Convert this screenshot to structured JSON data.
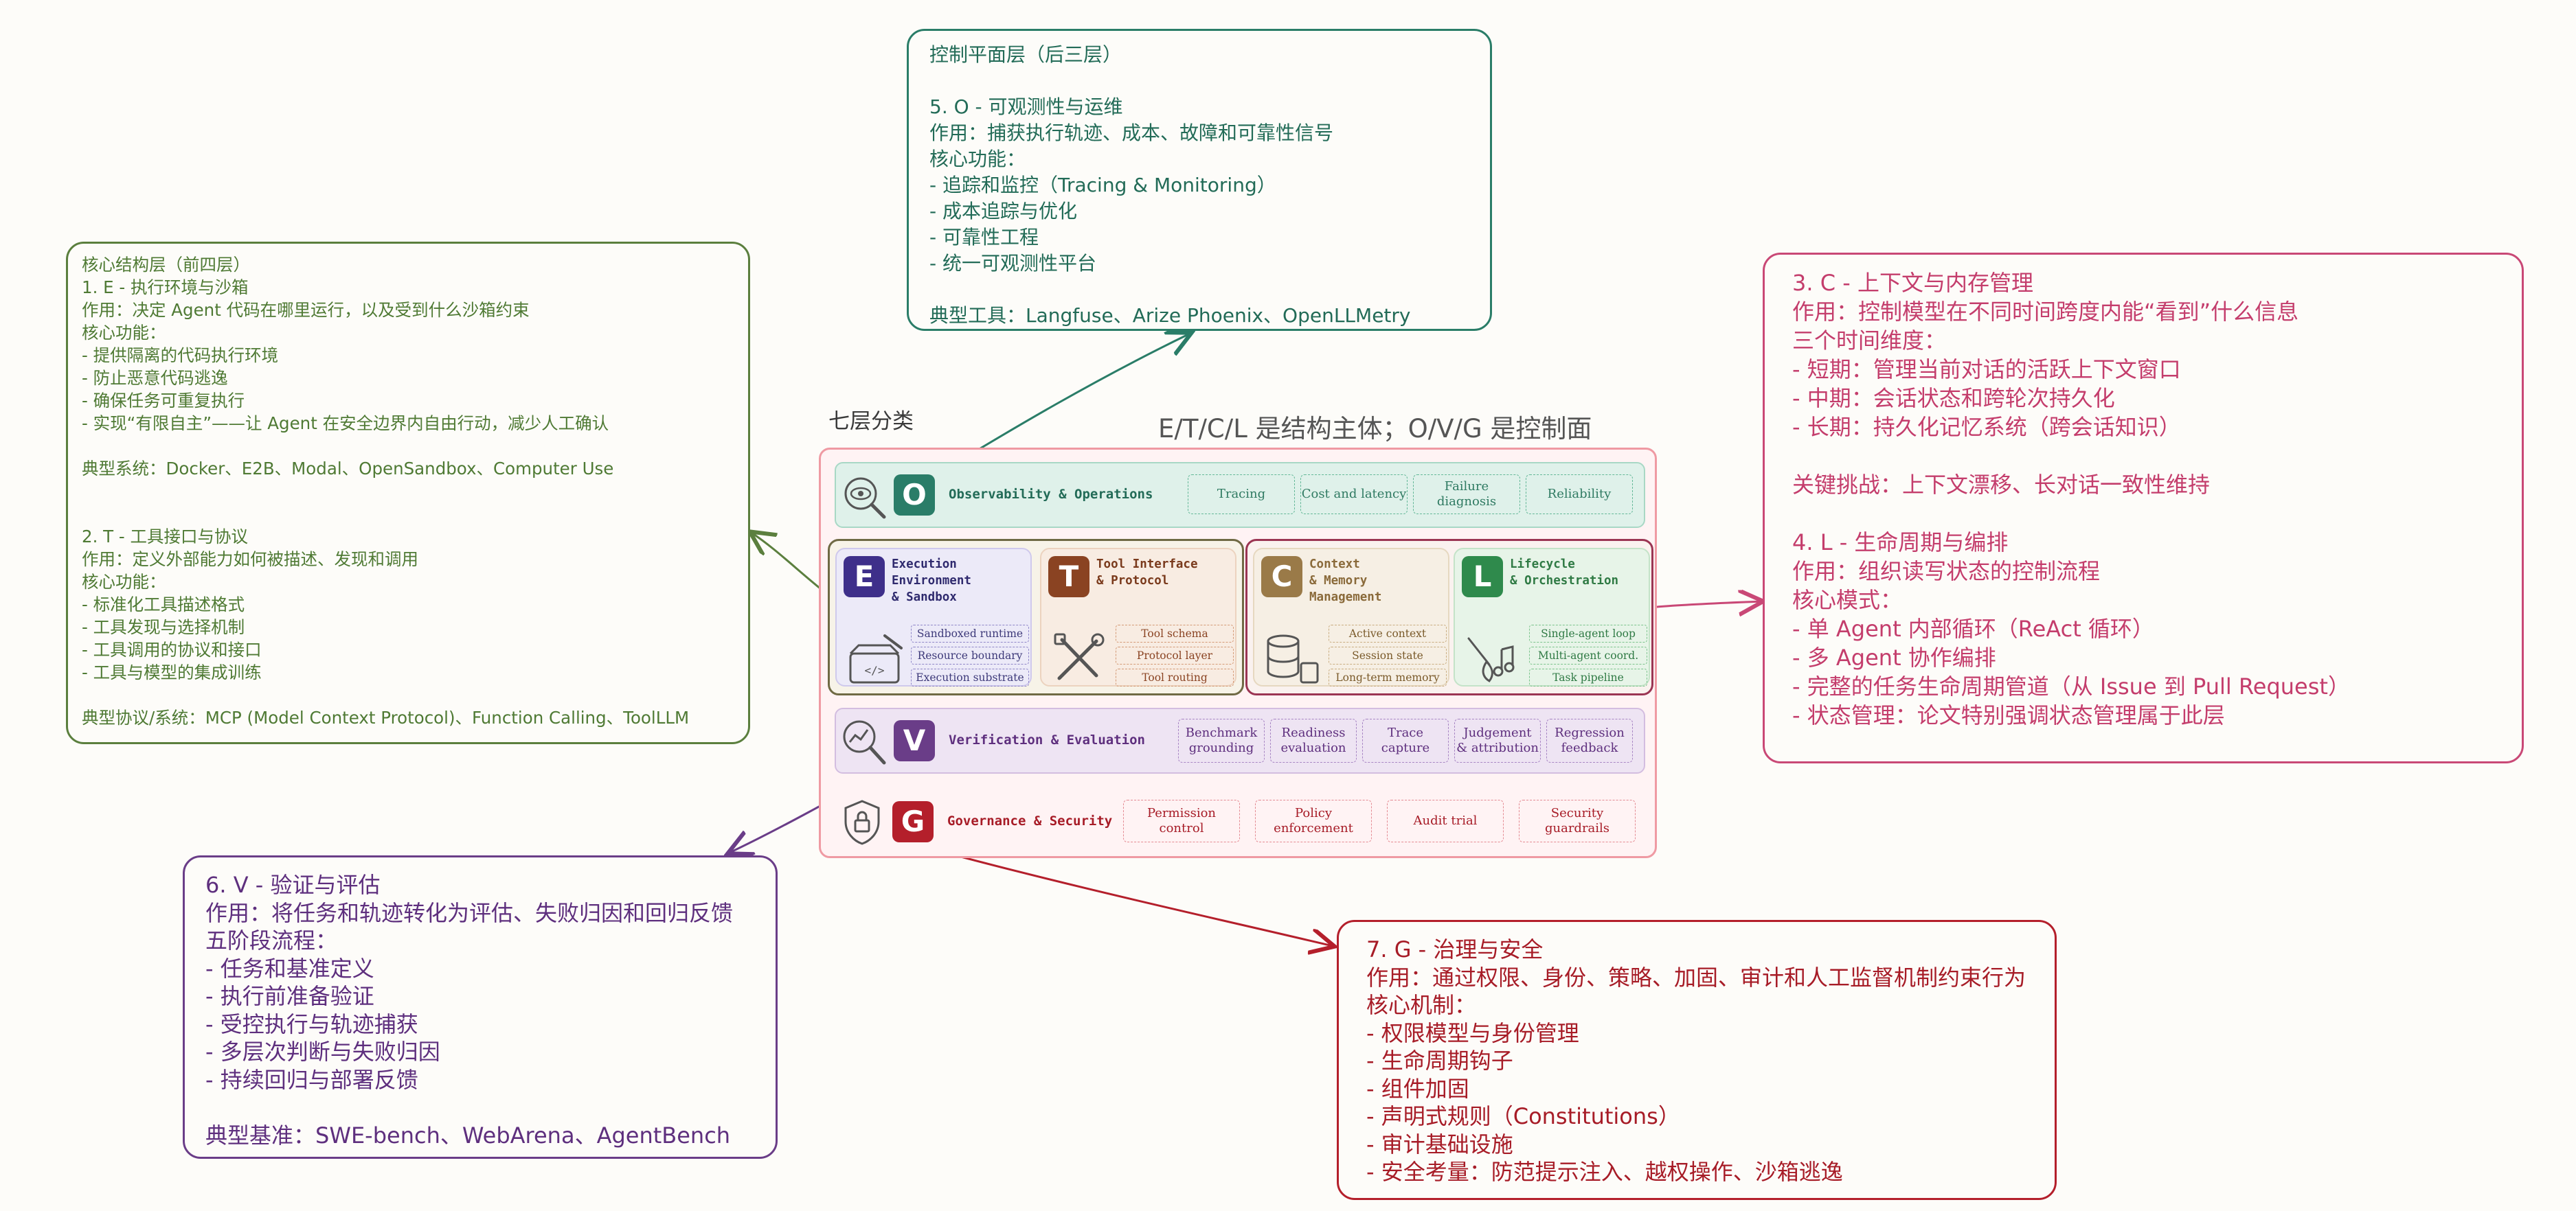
{
  "diagram": {
    "title": "七层分类",
    "subtitle": "E/T/C/L 是结构主体；O/V/G 是控制面",
    "colors": {
      "observability": "#2a7d68",
      "execution": "#3e2f8a",
      "tool": "#8a4322",
      "context": "#9a7a48",
      "lifecycle": "#2f8a4c",
      "verification": "#6a3d88",
      "governance": "#b41f2b"
    },
    "observability": {
      "letter": "O",
      "name": "Observability & Operations",
      "tags": [
        "Tracing",
        "Cost and latency",
        "Failure\ndiagnosis",
        "Reliability"
      ]
    },
    "execution": {
      "letter": "E",
      "name": "Execution\nEnvironment\n& Sandbox",
      "tags": [
        "Sandboxed runtime",
        "Resource boundary",
        "Execution substrate"
      ]
    },
    "tool": {
      "letter": "T",
      "name": "Tool Interface\n& Protocol",
      "tags": [
        "Tool schema",
        "Protocol layer",
        "Tool routing"
      ]
    },
    "context": {
      "letter": "C",
      "name": "Context\n& Memory\nManagement",
      "tags": [
        "Active context",
        "Session state",
        "Long-term memory"
      ]
    },
    "lifecycle": {
      "letter": "L",
      "name": "Lifecycle\n& Orchestration",
      "tags": [
        "Single-agent loop",
        "Multi-agent coord.",
        "Task pipeline"
      ]
    },
    "verification": {
      "letter": "V",
      "name": "Verification & Evaluation",
      "tags": [
        "Benchmark\ngrounding",
        "Readiness\nevaluation",
        "Trace\ncapture",
        "Judgement\n& attribution",
        "Regression\nfeedback"
      ]
    },
    "governance": {
      "letter": "G",
      "name": "Governance & Security",
      "tags": [
        "Permission\ncontrol",
        "Policy\nenforcement",
        "Audit trial",
        "Security\nguardrails"
      ]
    }
  },
  "notes": {
    "core": "核心结构层（前四层）\n1. E - 执行环境与沙箱\n作用：决定 Agent 代码在哪里运行，以及受到什么沙箱约束\n核心功能：\n- 提供隔离的代码执行环境\n- 防止恶意代码逃逸\n- 确保任务可重复执行\n- 实现“有限自主”——让 Agent 在安全边界内自由行动，减少人工确认\n\n典型系统：Docker、E2B、Modal、OpenSandbox、Computer Use\n\n\n2. T - 工具接口与协议\n作用：定义外部能力如何被描述、发现和调用\n核心功能：\n- 标准化工具描述格式\n- 工具发现与选择机制\n- 工具调用的协议和接口\n- 工具与模型的集成训练\n\n典型协议/系统：MCP (Model Context Protocol)、Function Calling、ToolLLM",
    "control": "控制平面层（后三层）\n\n5. O - 可观测性与运维\n作用：捕获执行轨迹、成本、故障和可靠性信号\n核心功能：\n- 追踪和监控（Tracing & Monitoring）\n- 成本追踪与优化\n- 可靠性工程\n- 统一可观测性平台\n\n典型工具：Langfuse、Arize Phoenix、OpenLLMetry",
    "context": "3. C - 上下文与内存管理\n作用：控制模型在不同时间跨度内能“看到”什么信息\n三个时间维度：\n- 短期：管理当前对话的活跃上下文窗口\n- 中期：会话状态和跨轮次持久化\n- 长期：持久化记忆系统（跨会话知识）\n\n关键挑战：上下文漂移、长对话一致性维持\n\n4. L - 生命周期与编排\n作用：组织读写状态的控制流程\n核心模式：\n- 单 Agent 内部循环（ReAct 循环）\n- 多 Agent 协作编排\n- 完整的任务生命周期管道（从 Issue 到 Pull Request）\n- 状态管理：论文特别强调状态管理属于此层",
    "verification": "6. V - 验证与评估\n作用：将任务和轨迹转化为评估、失败归因和回归反馈\n五阶段流程：\n- 任务和基准定义\n- 执行前准备验证\n- 受控执行与轨迹捕获\n- 多层次判断与失败归因\n- 持续回归与部署反馈\n\n典型基准：SWE-bench、WebArena、AgentBench",
    "governance": "7. G - 治理与安全\n作用：通过权限、身份、策略、加固、审计和人工监督机制约束行为\n核心机制：\n- 权限模型与身份管理\n- 生命周期钩子\n- 组件加固\n- 声明式规则（Constitutions）\n- 审计基础设施\n- 安全考量：防范提示注入、越权操作、沙箱逃逸"
  }
}
